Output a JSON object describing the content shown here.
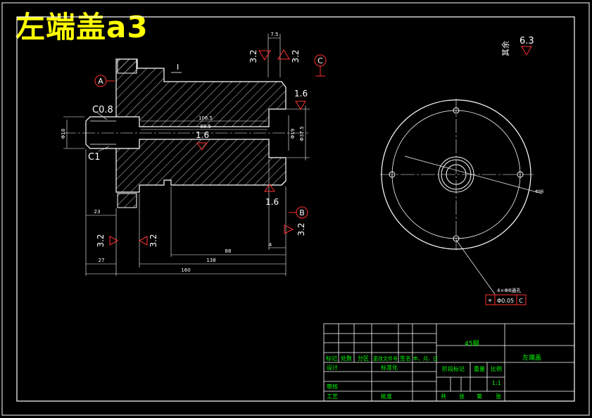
{
  "title": "左端盖a3",
  "colors": {
    "background": "#000000",
    "line": "#ffffff",
    "hatch": "#ffffff",
    "annotation_red": "#ff3030",
    "title_yellow": "#ffff00",
    "table_green": "#00ff00",
    "dimension_text": "#ffffff"
  },
  "section_view": {
    "label_A": "A",
    "label_B": "B",
    "label_C": "C",
    "detail_I": "I",
    "chamfer_08": "C0.8",
    "chamfer_1": "C1",
    "roughness_16_top": "1.6",
    "roughness_16_mid": "1.6",
    "roughness_16_bottom": "1.6",
    "roughness_32_top_left": "3.2",
    "roughness_32_top_right": "3.2",
    "roughness_32_bottom_a": "3.2",
    "roughness_32_bottom_b": "3.2",
    "roughness_32_right": "3.2",
    "dim_top": "7.5",
    "dim_inner1": "106.5",
    "dim_inner2": "88.5",
    "dim_left_dia": "Φ18",
    "dim_right_dia1": "Φ19",
    "dim_right_dia2": "Φ37.5",
    "dim_23": "23",
    "dim_27": "27",
    "dim_88": "88",
    "dim_4": "4",
    "dim_138": "138",
    "dim_160": "160"
  },
  "end_view": {
    "roughness_label": "其余",
    "roughness_value": "6.3",
    "dim_dia": "Φ96",
    "hole_note": "4×Φ8通孔",
    "tolerance_symbol": "⌖",
    "tolerance_value": "Φ0.05",
    "datum": "C"
  },
  "title_block": {
    "material": "45钢",
    "part_name": "左端盖",
    "row_labels": [
      "标记",
      "处数",
      "分区",
      "更改文件号",
      "签名",
      "年、月、日"
    ],
    "design": "设计",
    "standardize": "标准化",
    "stage_mark": "阶段标记",
    "weight": "重量",
    "scale": "比例",
    "scale_value": "1:1",
    "review": "审核",
    "process": "工艺",
    "approve": "批准",
    "sheet_total": "共",
    "sheet_word": "张",
    "sheet_no": "第",
    "sheet_word2": "张"
  }
}
